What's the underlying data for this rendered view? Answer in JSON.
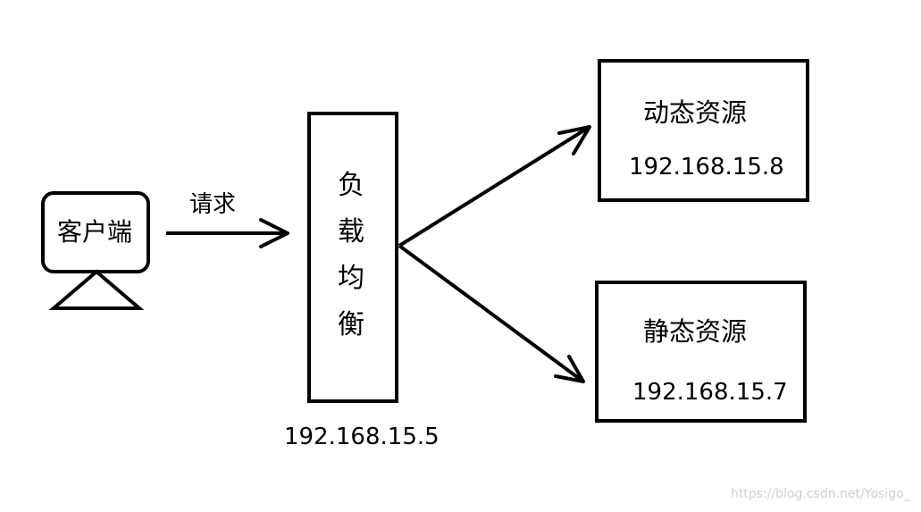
{
  "client": {
    "label": "客户端"
  },
  "request": {
    "label": "请求"
  },
  "load_balancer": {
    "chars": [
      "负",
      "载",
      "均",
      "衡"
    ],
    "ip": "192.168.15.5"
  },
  "dynamic_resource": {
    "title": "动态资源",
    "ip": "192.168.15.8"
  },
  "static_resource": {
    "title": "静态资源",
    "ip": "192.168.15.7"
  },
  "watermark": "https://blog.csdn.net/Yosigo_",
  "colors": {
    "stroke": "#000000",
    "background": "#ffffff",
    "watermark": "#cfcfcf"
  }
}
